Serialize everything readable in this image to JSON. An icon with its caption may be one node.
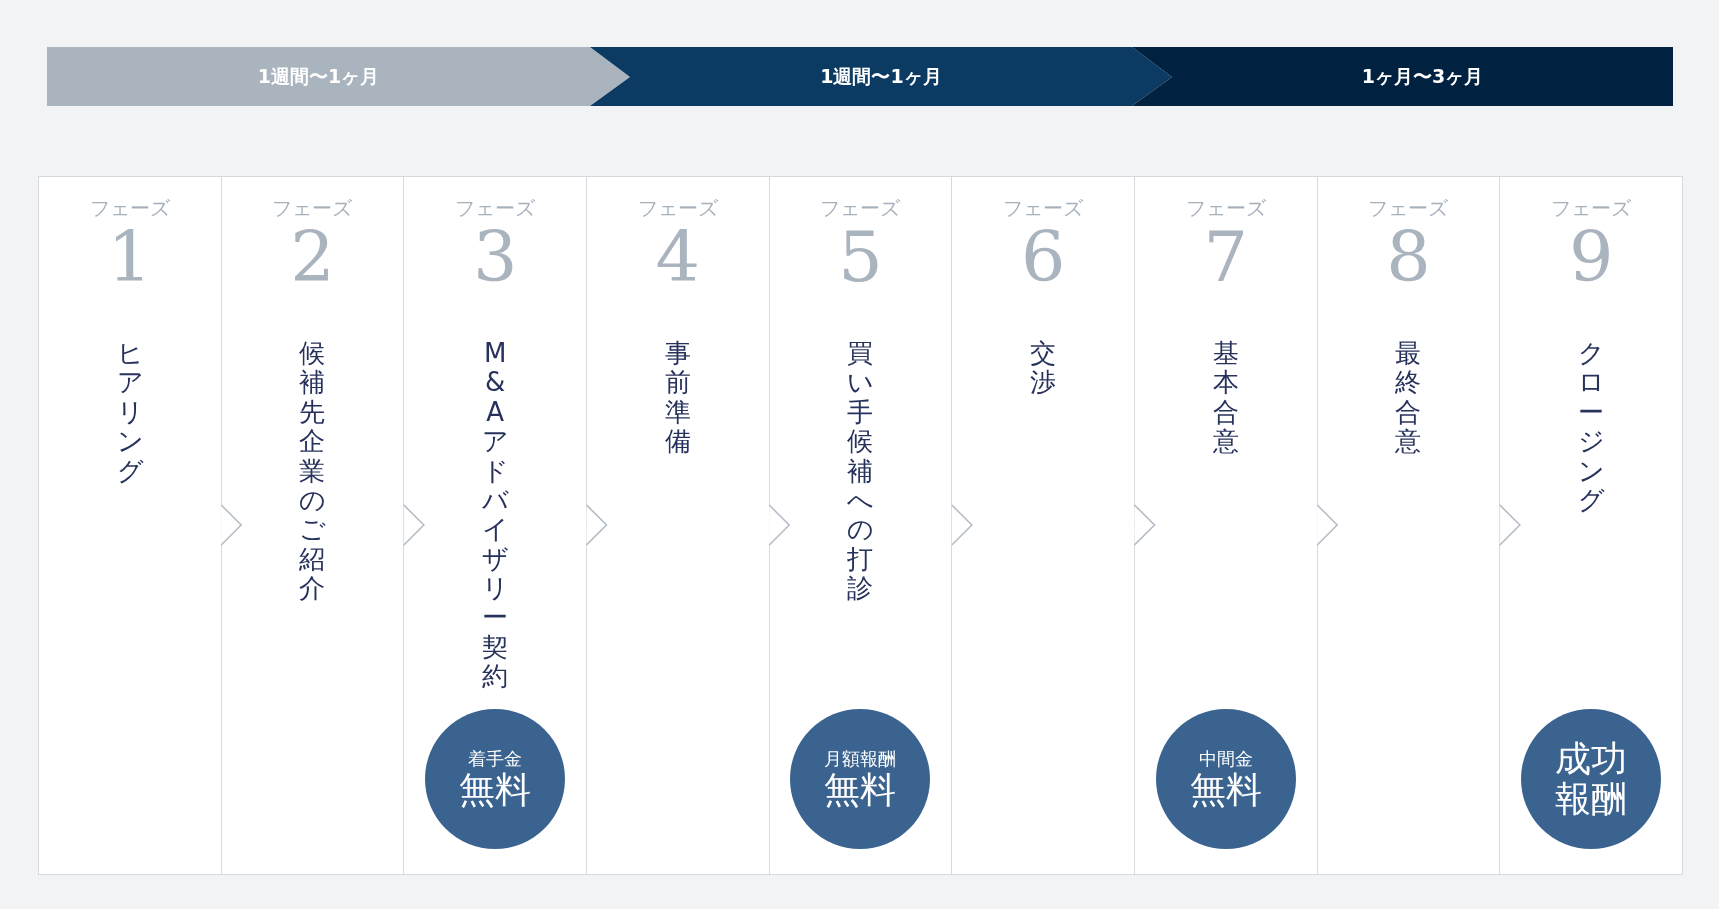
{
  "diagram": {
    "nodes": [
      {
        "text": [
          "1週間〜1ヶ月"
        ]
      },
      {
        "text": [
          "1週間〜1ヶ月"
        ]
      },
      {
        "text": [
          "1ヶ月〜3ヶ月"
        ]
      },
      {
        "text": [
          "フェーズ",
          "1",
          "ヒアリング"
        ]
      },
      {
        "text": [
          "フェーズ",
          "2",
          "候補先企業のご紹介"
        ]
      },
      {
        "text": [
          "フェーズ",
          "3",
          "M&Aアドバイザリー契約"
        ]
      },
      {
        "text": [
          "着手金",
          "無料"
        ],
        "in": 5
      },
      {
        "text": [
          "フェーズ",
          "4",
          "事前準備"
        ]
      },
      {
        "text": [
          "フェーズ",
          "5",
          "買い手候補への打診"
        ]
      },
      {
        "text": [
          "月額報酬",
          "無料"
        ],
        "in": 8
      },
      {
        "text": [
          "フェーズ",
          "6",
          "交渉"
        ]
      },
      {
        "text": [
          "フェーズ",
          "7",
          "基本合意"
        ]
      },
      {
        "text": [
          "中間金",
          "無料"
        ],
        "in": 11
      },
      {
        "text": [
          "フェーズ",
          "8",
          "最終合意"
        ]
      },
      {
        "text": [
          "フェーズ",
          "9",
          "クロージング"
        ]
      },
      {
        "text": [
          "成功報酬"
        ],
        "in": 14
      }
    ],
    "edges": [
      {
        "from": 3,
        "to": 4,
        "arrow": "to"
      },
      {
        "from": 4,
        "to": 5,
        "arrow": "to"
      },
      {
        "from": 5,
        "to": 7,
        "arrow": "to"
      },
      {
        "from": 7,
        "to": 8,
        "arrow": "to"
      },
      {
        "from": 8,
        "to": 10,
        "arrow": "to"
      },
      {
        "from": 10,
        "to": 11,
        "arrow": "to"
      },
      {
        "from": 11,
        "to": 13,
        "arrow": "to"
      },
      {
        "from": 13,
        "to": 14,
        "arrow": "to"
      }
    ]
  }
}
